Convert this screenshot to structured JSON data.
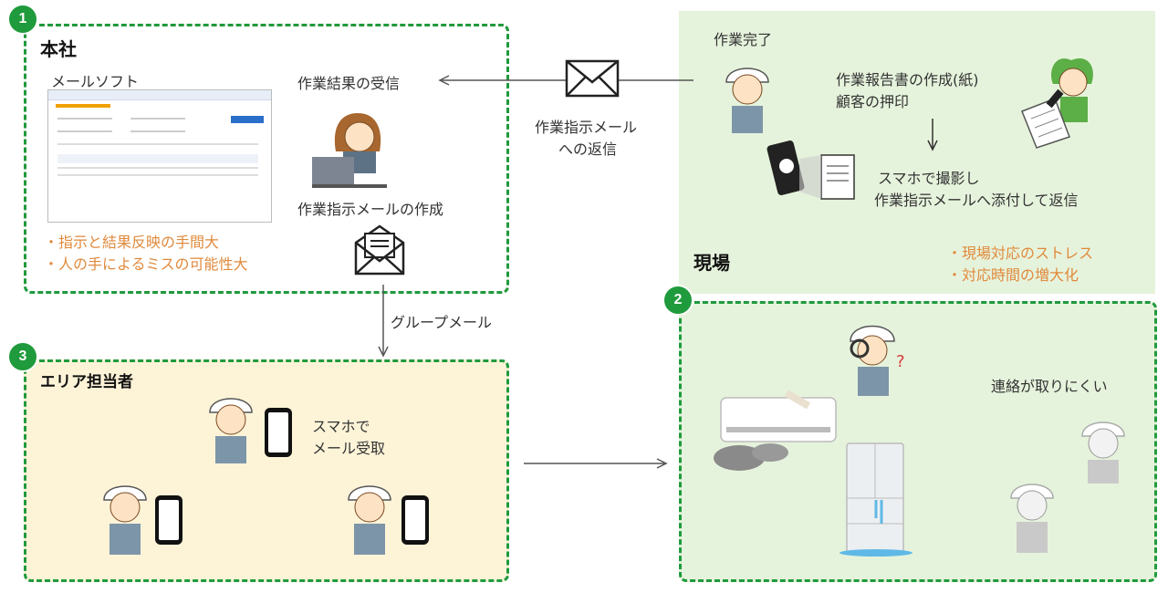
{
  "badges": {
    "hq": "1",
    "site": "2",
    "area": "3"
  },
  "hq": {
    "title": "本社",
    "mail_software_label": "メールソフト",
    "receive_label": "作業結果の受信",
    "create_label": "作業指示メールの作成",
    "issues": [
      "・指示と結果反映の手間大",
      "・人の手によるミスの可能性大"
    ]
  },
  "reply": {
    "line1": "作業指示メール",
    "line2": "への返信"
  },
  "group_mail": "グループメール",
  "site": {
    "title": "現場",
    "work_done": "作業完了",
    "report_line1": "作業報告書の作成(紙)",
    "report_line2": "顧客の押印",
    "photo_line1": "スマホで撮影し",
    "photo_line2": "作業指示メールへ添付して返信",
    "issues": [
      "・現場対応のストレス",
      "・対応時間の増大化"
    ],
    "hard_to_contact": "連絡が取りにくい"
  },
  "area": {
    "title": "エリア担当者",
    "receive_line1": "スマホで",
    "receive_line2": "メール受取"
  },
  "colors": {
    "accent": "#1f9a3c",
    "issue": "#e08a3c",
    "site_bg": "#e6f3dc",
    "area_bg": "#fdf4d8"
  }
}
